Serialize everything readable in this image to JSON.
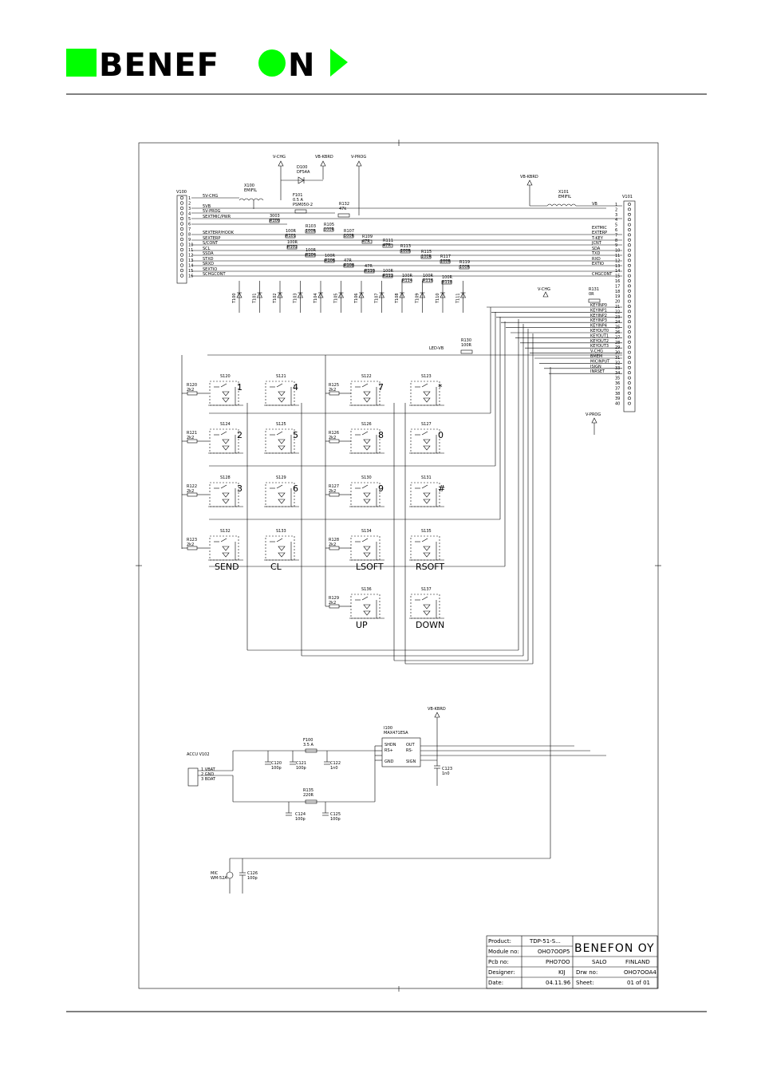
{
  "header": {
    "logo_left": "BENEF",
    "logo_right": "N",
    "logo_color": "#00ff00"
  },
  "connectors": {
    "v100": {
      "name": "V100",
      "pins": [
        "1",
        "2",
        "3",
        "4",
        "5",
        "6",
        "7",
        "8",
        "9",
        "10",
        "11",
        "12",
        "13",
        "14",
        "15",
        "16"
      ]
    },
    "v101": {
      "name": "V101",
      "pin_count": 40
    },
    "v102": {
      "name": "ACCU V102",
      "pins": [
        "1 VBAT",
        "2 GND",
        "3 BDAT"
      ]
    }
  },
  "nets_left": [
    "5V-CHG",
    "5VB",
    "5V-PROG",
    "SEXTMIC/PWR",
    "",
    "SEXTERP/HOOK",
    "SEXTERP",
    "S/CONT",
    "SCL",
    "SSDA",
    "STXD",
    "SRXD",
    "SEXTIO",
    "SCHGCONT"
  ],
  "nets_right": [
    "VB",
    "EXTMIC",
    "EXTERP",
    "T-KEY",
    "JCNT",
    "SDA",
    "TXD",
    "RXD",
    "EXTIO",
    "CHGCONT"
  ],
  "nets_keys": [
    "KEYINP0",
    "KEYINP1",
    "KEYINP2",
    "KEYINP3",
    "KEYINP4",
    "KEYOUT0",
    "KEYOUT1",
    "KEYOUT2",
    "KEYOUT3",
    "V-CHG",
    "BMEM",
    "MICINPUT",
    "ISIGN",
    "INRSET"
  ],
  "supplies": {
    "v_chg": "V-CHG",
    "vb_kbrd": "VB-KBRD",
    "v_prog": "V-PROG",
    "led_vb": "LED-VB"
  },
  "parts": {
    "d100": "D100\nDFS4A",
    "x100": "X100\nEMIFIL",
    "x101": "X101\nEMIFIL",
    "f101": "F101\n0.5 A\nPSM050-2",
    "r132": "R132\n47k",
    "r130": "R130\n100R",
    "r131": "R131\n0R",
    "f100": "F100\n3.5 A",
    "r135": "R135\n220R",
    "i100": "I100\nMAX471ESA",
    "c120": "C120\n100p",
    "c121": "C121\n100p",
    "c122": "C122\n1n0",
    "c123": "C123\n1n0",
    "c124": "C124\n100p",
    "c125": "C125\n100p",
    "c126": "C126\n100p",
    "mic": "MIC\nWM-52A"
  },
  "keys": [
    {
      "sw": "S120",
      "label": "1"
    },
    {
      "sw": "S121",
      "label": "4"
    },
    {
      "sw": "S122",
      "label": "7"
    },
    {
      "sw": "S123",
      "label": "*"
    },
    {
      "sw": "S124",
      "label": "2"
    },
    {
      "sw": "S125",
      "label": "5"
    },
    {
      "sw": "S126",
      "label": "8"
    },
    {
      "sw": "S127",
      "label": "0"
    },
    {
      "sw": "S128",
      "label": "3"
    },
    {
      "sw": "S129",
      "label": "6"
    },
    {
      "sw": "S130",
      "label": "9"
    },
    {
      "sw": "S131",
      "label": "#"
    },
    {
      "sw": "S132",
      "label": "SEND"
    },
    {
      "sw": "S133",
      "label": "CL"
    },
    {
      "sw": "S134",
      "label": "LSOFT"
    },
    {
      "sw": "S135",
      "label": "RSOFT"
    },
    {
      "sw": "S136",
      "label": "UP"
    },
    {
      "sw": "S137",
      "label": "DOWN"
    }
  ],
  "row_resistors": [
    {
      "left": "R120\n2k2",
      "right": "R125\n2k2"
    },
    {
      "left": "R121\n2k2",
      "right": "R126\n2k2"
    },
    {
      "left": "R122\n2k2",
      "right": "R127\n2k2"
    },
    {
      "left": "R123\n2k2",
      "right": "R128\n2k2"
    },
    {
      "left": "",
      "right": "R129\n2k2"
    }
  ],
  "tvs": [
    "T100",
    "T101",
    "T102",
    "T103",
    "T104",
    "T105",
    "T106",
    "T107",
    "T108",
    "T109",
    "T110",
    "T111"
  ],
  "title_block": {
    "product_label": "Product:",
    "product": "TDP-51-S...",
    "module_label": "Module no:",
    "module": "OHO7OOP5",
    "pcb_label": "Pcb no:",
    "pcb": "PHO7OO",
    "designer_label": "Designer:",
    "designer": "KIJ",
    "date_label": "Date:",
    "date": "04.11.96",
    "company": "BENEFON OY",
    "city": "SALO",
    "country": "FINLAND",
    "drw_label": "Drw no:",
    "drw": "OHO7OOA4",
    "sheet_label": "Sheet:",
    "sheet": "01 of 01"
  }
}
